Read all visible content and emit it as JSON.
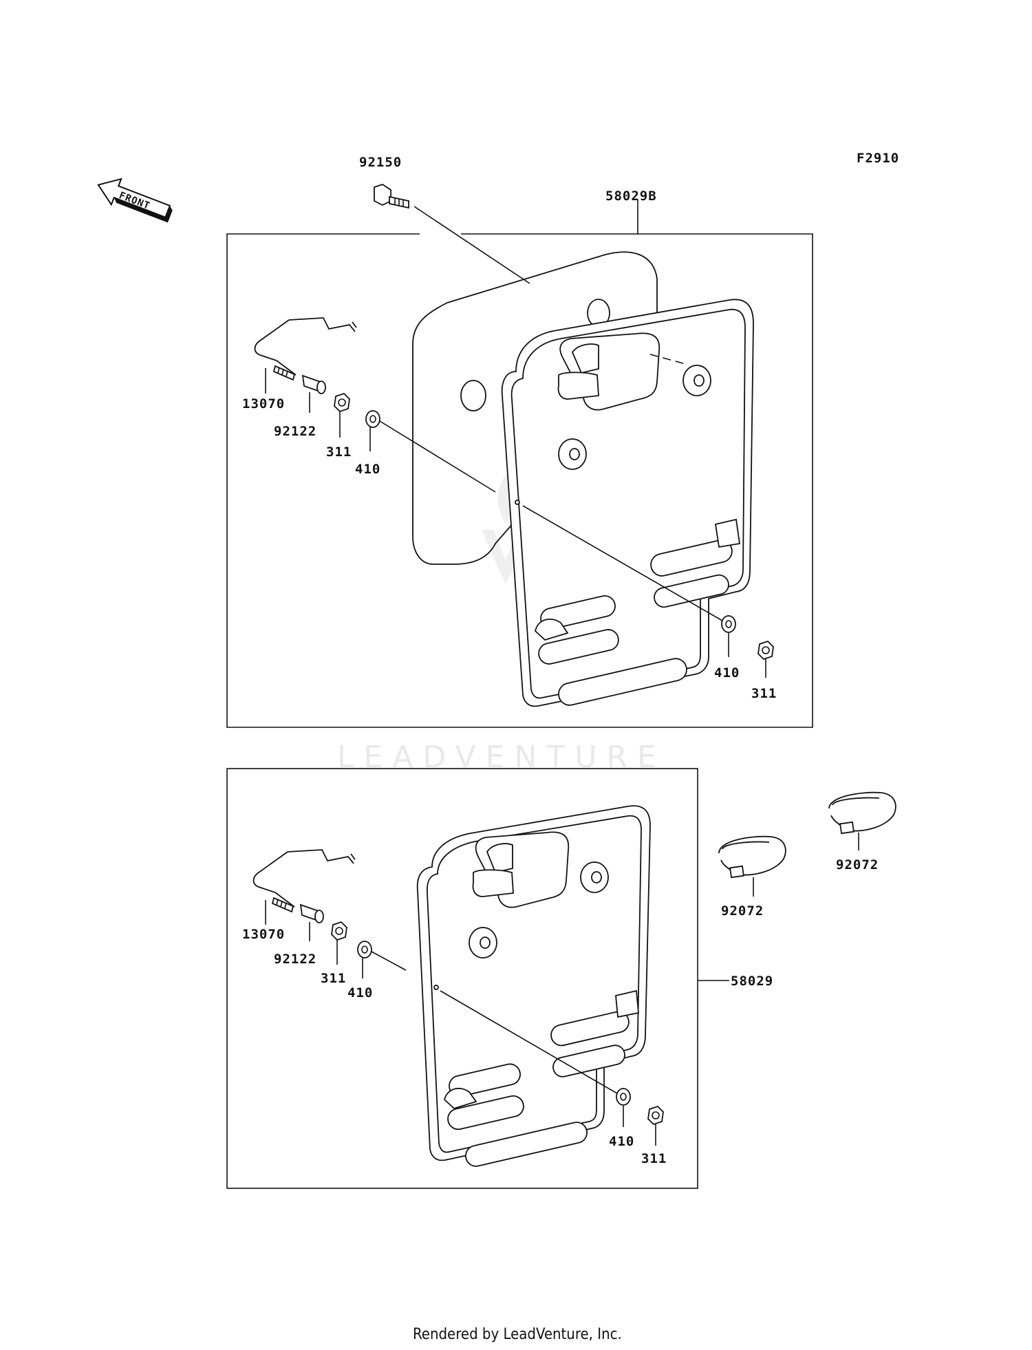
{
  "figure_code": "F2910",
  "front_label": "FRONT",
  "watermark": "LEADVENTURE",
  "footer": "Rendered by LeadVenture, Inc.",
  "assembly_top": {
    "kit_label": "58029B",
    "bolt_label": "92150",
    "rod_label": "13070",
    "collar_label": "92122",
    "nut_left_label": "311",
    "washer_left_label": "410",
    "washer_right_label": "410",
    "nut_right_label": "311"
  },
  "assembly_bottom": {
    "kit_label": "58029",
    "rod_label": "13070",
    "collar_label": "92122",
    "nut_left_label": "311",
    "washer_left_label": "410",
    "washer_right_label": "410",
    "nut_right_label": "311"
  },
  "clamps": {
    "clamp_a_label": "92072",
    "clamp_b_label": "92072"
  }
}
